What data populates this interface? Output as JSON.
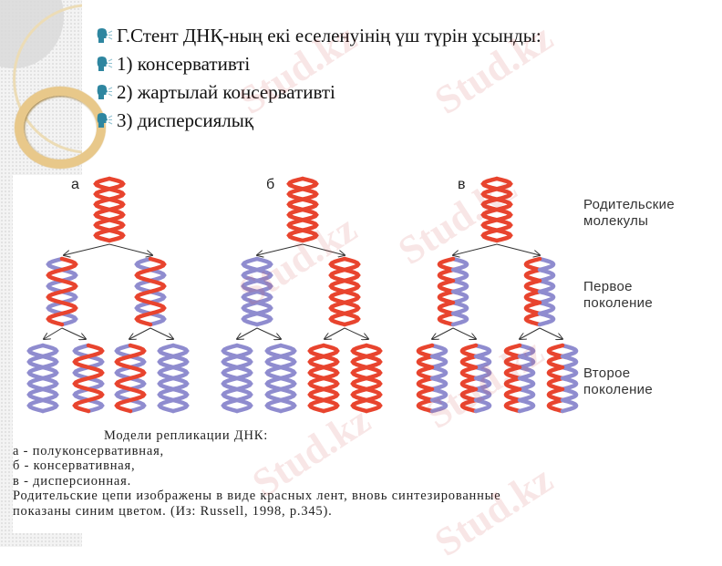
{
  "slide": {
    "bullets": [
      {
        "icon": "speaking-head-icon",
        "text": "Г.Стент ДНҚ-ның екі еселенуінің үш түрін ұсынды:"
      },
      {
        "icon": "speaking-head-icon",
        "text": "1) консервативті"
      },
      {
        "icon": "speaking-head-icon",
        "text": "2) жартылай консервативті"
      },
      {
        "icon": "speaking-head-icon",
        "text": "3) дисперсиялық"
      }
    ],
    "bullet_icon_color": "#2e86a0",
    "watermark_text": "Stud.kz"
  },
  "figure": {
    "panels": [
      {
        "letter": "а",
        "model": "semi-conservative"
      },
      {
        "letter": "б",
        "model": "conservative"
      },
      {
        "letter": "в",
        "model": "dispersive"
      }
    ],
    "row_labels": {
      "parent": "Родительские молекулы",
      "parent_line1": "Родительские",
      "parent_line2": "молекулы",
      "first_line1": "Первое",
      "first_line2": "поколение",
      "second_line1": "Второе",
      "second_line2": "поколение"
    },
    "colors": {
      "parental_strand": "#e8442e",
      "new_strand": "#8f8ccf",
      "arrow": "#333333"
    },
    "caption": {
      "title": "Модели репликации ДНК:",
      "line_a": "а - полуконсервативная,",
      "line_b": "б - консервативная,",
      "line_c": "в - дисперсионная.",
      "note_1": "Родительские цепи изображены в виде красных лент, вновь синтезированные",
      "note_2": "показаны синим цветом. (Из: Russell, 1998, p.345)."
    }
  }
}
